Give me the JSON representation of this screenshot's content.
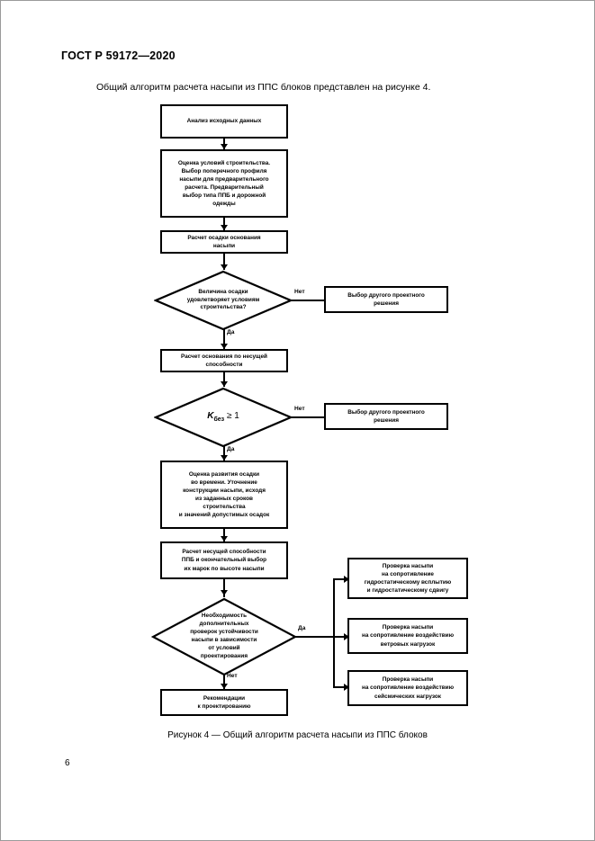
{
  "document": {
    "standard_header": "ГОСТ Р 59172—2020",
    "page_number": "6",
    "intro_paragraph": "Общий алгоритм расчета насыпи из ППС блоков представлен на рисунке 4.",
    "figure_caption": "Рисунок 4 — Общий алгоритм расчета насыпи из ППС блоков"
  },
  "flowchart": {
    "nodes": {
      "analysis": "Анализ исходных данных",
      "conditions": "Оценка условий строительства. Выбор поперечного профиля насыпи для предварительного расчета. Предварительный выбор типа ППБ и дорожной одежды",
      "settlement_calc": "Расчет осадки основания насыпи",
      "settlement_decision": "Величина осадки удовлетворяет условиям строительства?",
      "other_solution_1": "Выбор другого проектного решения",
      "bearing_calc": "Расчет основания по несущей способности",
      "safety_factor_decision": "K без ≥ 1",
      "other_solution_2": "Выбор другого проектного решения",
      "time_development": "Оценка развития осадки во времени. Уточнение конструкции насыпи, исходя из заданных сроков строительства и значений допустимых осадок",
      "ppb_bearing": "Расчет несущей способности ППБ и окончательный выбор их марок по высоте насыпи",
      "extra_checks_decision": "Необходимость дополнительных проверок устойчивости насыпи в зависимости от условий проектирования",
      "check_hydro": "Проверка насыпи на сопротивление гидростатическому всплытию и гидростатическому сдвигу",
      "check_wind": "Проверка насыпи на сопротивление воздействию ветровых нагрузок",
      "check_seismic": "Проверка насыпи на сопротивление воздействию сейсмических нагрузок",
      "recommendations": "Рекомендации к проектированию"
    },
    "node_lines": {
      "conditions": [
        "Оценка условий строительства.",
        "Выбор поперечного профиля",
        "насыпи для предварительного",
        "расчета. Предварительный",
        "выбор типа ППБ и дорожной",
        "одежды"
      ],
      "settlement_calc": [
        "Расчет осадки основания",
        "насыпи"
      ],
      "settlement_decision": [
        "Величина осадки",
        "удовлетворяет условиям",
        "строительства?"
      ],
      "other_solution_1": [
        "Выбор другого проектного",
        "решения"
      ],
      "bearing_calc": [
        "Расчет основания по несущей",
        "способности"
      ],
      "other_solution_2": [
        "Выбор другого проектного",
        "решения"
      ],
      "time_development": [
        "Оценка развития осадки",
        "во времени. Уточнение",
        "конструкции насыпи, исходя",
        "из заданных сроков",
        "строительства",
        "и значений допустимых осадок"
      ],
      "ppb_bearing": [
        "Расчет несущей способности",
        "ППБ и окончательный выбор",
        "их марок по высоте насыпи"
      ],
      "extra_checks_decision": [
        "Необходимость",
        "дополнительных",
        "проверок устойчивости",
        "насыпи в зависимости",
        "от условий",
        "проектирования"
      ],
      "check_hydro": [
        "Проверка насыпи",
        "на сопротивление",
        "гидростатическому всплытию",
        "и гидростатическому сдвигу"
      ],
      "check_wind": [
        "Проверка насыпи",
        "на сопротивление воздействию",
        "ветровых нагрузок"
      ],
      "check_seismic": [
        "Проверка насыпи",
        "на сопротивление воздействию",
        "сейсмических нагрузок"
      ],
      "recommendations": [
        "Рекомендации",
        "к проектированию"
      ]
    },
    "formula": {
      "symbol": "K",
      "subscript": "без",
      "relation": "≥ 1"
    },
    "edge_labels": {
      "no_1": "Нет",
      "yes_1": "Да",
      "no_2": "Нет",
      "yes_2": "Да",
      "yes_3": "Да",
      "no_3": "Нет"
    }
  },
  "colors": {
    "ink": "#000000",
    "page_background": "#ffffff",
    "page_border": "#9a9a9a"
  }
}
